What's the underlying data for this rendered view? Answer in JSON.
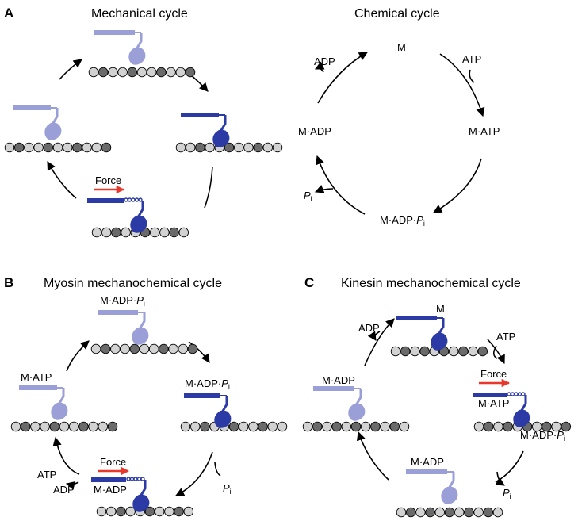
{
  "panels": {
    "A": {
      "letter": "A",
      "mech_title": "Mechanical cycle",
      "chem_title": "Chemical cycle",
      "force_label": "Force",
      "chem_states": {
        "top": "M",
        "right": "M·ATP",
        "bottom_main": "M·ADP·",
        "bottom_p": "P",
        "bottom_sub": "i",
        "left": "M·ADP"
      },
      "chem_inputs": {
        "atp": "ATP",
        "adp": "ADP",
        "pi": "P",
        "pi_sub": "i"
      }
    },
    "B": {
      "letter": "B",
      "title": "Myosin mechanochemical cycle",
      "state_top_main": "M·ADP·",
      "state_top_p": "P",
      "state_top_sub": "i",
      "state_right_main": "M·ADP·",
      "state_right_p": "P",
      "state_right_sub": "i",
      "state_left": "M·ATP",
      "state_bottom": "M·ADP",
      "force_label": "Force",
      "atp": "ATP",
      "adp": "ADP",
      "pi": "P",
      "pi_sub": "i"
    },
    "C": {
      "letter": "C",
      "title": "Kinesin mechanochemical cycle",
      "state_top": "M",
      "state_left": "M·ADP",
      "state_right": "M·ATP",
      "state_right2_main": "M·ADP·",
      "state_right2_p": "P",
      "state_right2_sub": "i",
      "state_bottom": "M·ADP",
      "force_label": "Force",
      "atp": "ATP",
      "adp": "ADP",
      "pi": "P",
      "pi_sub": "i"
    }
  },
  "colors": {
    "motor_light": "#9a9fd8",
    "motor_dark": "#2b3aa5",
    "force_arrow": "#e8372b",
    "bead_light": "#d2d2d2",
    "bead_dark": "#6a6a6a",
    "arrow": "#000000"
  }
}
